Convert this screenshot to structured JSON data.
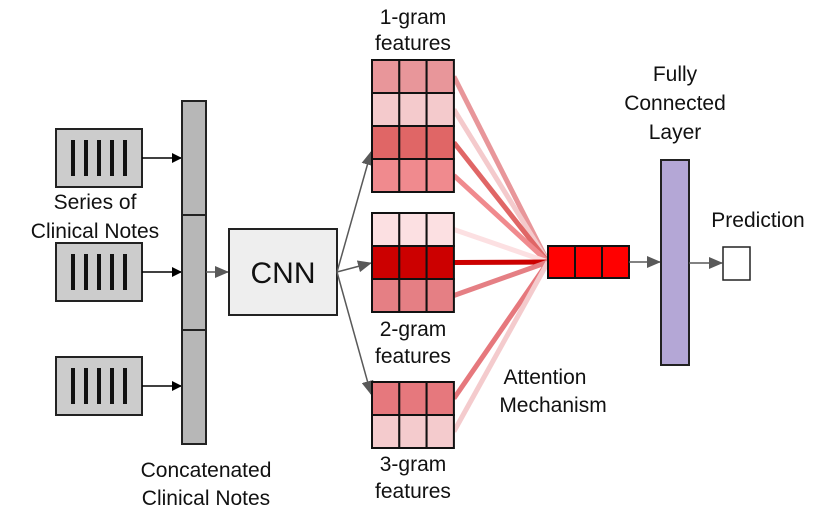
{
  "diagram": {
    "notes": {
      "label_line1": "Series of",
      "label_line2": "Clinical Notes",
      "count": 3,
      "box_color": "#cccccc",
      "stripe_count": 5
    },
    "concat": {
      "label_line1": "Concatenated",
      "label_line2": "Clinical Notes",
      "color": "#b7b7b7",
      "segments": 3
    },
    "cnn": {
      "label": "CNN",
      "color": "#eeeeee"
    },
    "features": [
      {
        "id": "1-gram",
        "label_line1": "1-gram",
        "label_line2": "features",
        "label_position": "above",
        "row_colors": [
          "#e8969a",
          "#f4cacc",
          "#e06666",
          "#f08a8e"
        ]
      },
      {
        "id": "2-gram",
        "label_line1": "2-gram",
        "label_line2": "features",
        "label_position": "below",
        "row_colors": [
          "#fce0e2",
          "#cc0000",
          "#e57f84"
        ]
      },
      {
        "id": "3-gram",
        "label_line1": "3-gram",
        "label_line2": "features",
        "label_position": "below",
        "row_colors": [
          "#e6787d",
          "#f4cbcd"
        ]
      }
    ],
    "attention": {
      "label_line1": "Attention",
      "label_line2": "Mechanism",
      "vector_color": "#ff0000",
      "vector_cells": 3
    },
    "fully_connected": {
      "label_line1": "Fully",
      "label_line2": "Connected",
      "label_line3": "Layer",
      "color": "#b4a7d6"
    },
    "prediction": {
      "label": "Prediction",
      "color": "#ffffff"
    },
    "arrow_color": "#595959"
  }
}
